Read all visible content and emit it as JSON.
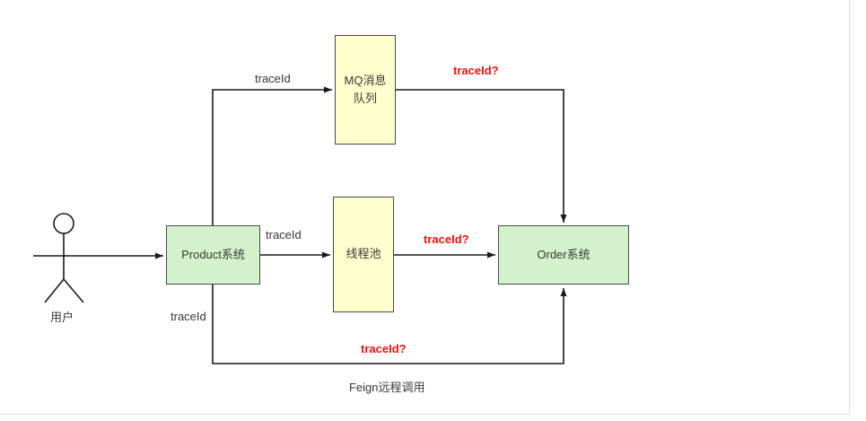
{
  "diagram": {
    "actor": {
      "label": "用户"
    },
    "nodes": {
      "product": {
        "label": "Product系统"
      },
      "mq": {
        "label": "MQ消息队列"
      },
      "thread_pool": {
        "label": "线程池"
      },
      "order": {
        "label": "Order系统"
      }
    },
    "edges": {
      "product_to_mq": {
        "label": "traceId"
      },
      "product_to_thread_pool": {
        "label": "traceId"
      },
      "thread_pool_to_order": {
        "label": "traceId?"
      },
      "mq_to_order": {
        "label": "traceId?"
      },
      "product_to_order_feign": {
        "label": "traceId",
        "question_label": "traceId?",
        "caption": "Feign远程调用"
      }
    },
    "colors": {
      "node_green": "#d3f1cb",
      "node_yellow": "#ffffcd",
      "node_border": "#4a4a4a",
      "line": "#1a1a1a",
      "text": "#383838",
      "red": "#f2100f"
    }
  }
}
